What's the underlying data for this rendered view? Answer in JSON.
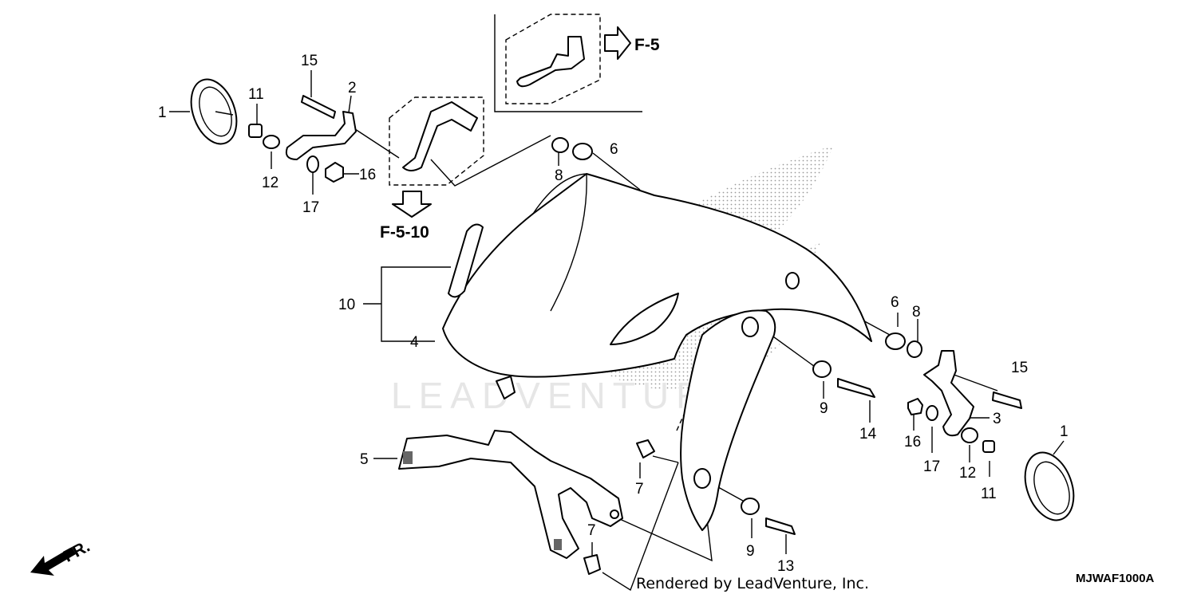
{
  "diagram": {
    "callouts": [
      {
        "id": "c1a",
        "label": "1"
      },
      {
        "id": "c11a",
        "label": "11"
      },
      {
        "id": "c12a",
        "label": "12"
      },
      {
        "id": "c15a",
        "label": "15"
      },
      {
        "id": "c2",
        "label": "2"
      },
      {
        "id": "c17a",
        "label": "17"
      },
      {
        "id": "c16a",
        "label": "16"
      },
      {
        "id": "c8a",
        "label": "8"
      },
      {
        "id": "c6a",
        "label": "6"
      },
      {
        "id": "c10",
        "label": "10"
      },
      {
        "id": "c4",
        "label": "4"
      },
      {
        "id": "c6b",
        "label": "6"
      },
      {
        "id": "c8b",
        "label": "8"
      },
      {
        "id": "c15b",
        "label": "15"
      },
      {
        "id": "c9a",
        "label": "9"
      },
      {
        "id": "c14",
        "label": "14"
      },
      {
        "id": "c3",
        "label": "3"
      },
      {
        "id": "c16b",
        "label": "16"
      },
      {
        "id": "c17b",
        "label": "17"
      },
      {
        "id": "c12b",
        "label": "12"
      },
      {
        "id": "c11b",
        "label": "11"
      },
      {
        "id": "c1b",
        "label": "1"
      },
      {
        "id": "c5",
        "label": "5"
      },
      {
        "id": "c7a",
        "label": "7"
      },
      {
        "id": "c7b",
        "label": "7"
      },
      {
        "id": "c9b",
        "label": "9"
      },
      {
        "id": "c13",
        "label": "13"
      }
    ],
    "references": {
      "f5": "F-5",
      "f510": "F-5-10"
    },
    "front_marker": "FR.",
    "watermark": "LEADVENTURE",
    "credit": "Rendered by LeadVenture, Inc.",
    "diagram_code": "MJWAF1000A"
  }
}
